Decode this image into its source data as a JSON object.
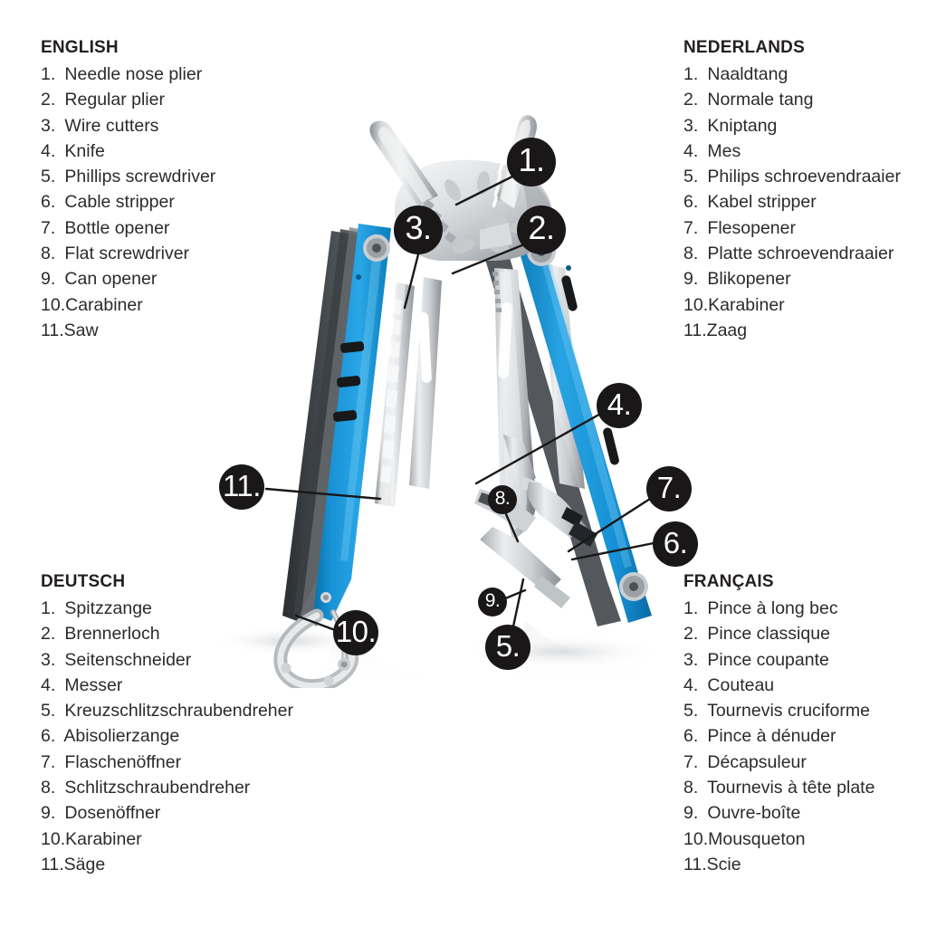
{
  "page": {
    "background": "#ffffff",
    "text_color": "#2d2a2b",
    "marker_color": "#1a1718",
    "product_accent": "#1591d8"
  },
  "languages": {
    "english": {
      "heading": "ENGLISH",
      "items": [
        {
          "num": "1.",
          "label": "Needle nose plier"
        },
        {
          "num": "2.",
          "label": "Regular plier"
        },
        {
          "num": "3.",
          "label": "Wire cutters"
        },
        {
          "num": "4.",
          "label": "Knife"
        },
        {
          "num": "5.",
          "label": "Phillips screwdriver"
        },
        {
          "num": "6.",
          "label": "Cable stripper"
        },
        {
          "num": "7.",
          "label": "Bottle opener"
        },
        {
          "num": "8.",
          "label": "Flat screwdriver"
        },
        {
          "num": "9.",
          "label": "Can opener"
        },
        {
          "num": "10.",
          "label": "Carabiner"
        },
        {
          "num": "11.",
          "label": "Saw"
        }
      ]
    },
    "nederlands": {
      "heading": "NEDERLANDS",
      "items": [
        {
          "num": "1.",
          "label": "Naaldtang"
        },
        {
          "num": "2.",
          "label": "Normale tang"
        },
        {
          "num": "3.",
          "label": "Kniptang"
        },
        {
          "num": "4.",
          "label": "Mes"
        },
        {
          "num": "5.",
          "label": "Philips schroevendraaier"
        },
        {
          "num": "6.",
          "label": "Kabel stripper"
        },
        {
          "num": "7.",
          "label": "Flesopener"
        },
        {
          "num": "8.",
          "label": "Platte schroevendraaier"
        },
        {
          "num": "9.",
          "label": "Blikopener"
        },
        {
          "num": "10.",
          "label": "Karabiner"
        },
        {
          "num": "11.",
          "label": "Zaag"
        }
      ]
    },
    "deutsch": {
      "heading": "DEUTSCH",
      "items": [
        {
          "num": "1.",
          "label": "Spitzzange"
        },
        {
          "num": "2.",
          "label": "Brennerloch"
        },
        {
          "num": "3.",
          "label": "Seitenschneider"
        },
        {
          "num": "4.",
          "label": "Messer"
        },
        {
          "num": "5.",
          "label": "Kreuzschlitzschraubendreher"
        },
        {
          "num": "6.",
          "label": "Abisolierzange"
        },
        {
          "num": "7.",
          "label": "Flaschenöffner"
        },
        {
          "num": "8.",
          "label": "Schlitzschraubendreher"
        },
        {
          "num": "9.",
          "label": "Dosenöffner"
        },
        {
          "num": "10.",
          "label": "Karabiner"
        },
        {
          "num": "11.",
          "label": "Säge"
        }
      ]
    },
    "francais": {
      "heading": "FRANÇAIS",
      "items": [
        {
          "num": "1.",
          "label": "Pince à long bec"
        },
        {
          "num": "2.",
          "label": "Pince classique"
        },
        {
          "num": "3.",
          "label": "Pince coupante"
        },
        {
          "num": "4.",
          "label": "Couteau"
        },
        {
          "num": "5.",
          "label": "Tournevis cruciforme"
        },
        {
          "num": "6.",
          "label": "Pince à dénuder"
        },
        {
          "num": "7.",
          "label": "Décapsuleur"
        },
        {
          "num": "8.",
          "label": "Tournevis à tête plate"
        },
        {
          "num": "9.",
          "label": "Ouvre-boîte"
        },
        {
          "num": "10.",
          "label": "Mousqueton"
        },
        {
          "num": "11.",
          "label": "Scie"
        }
      ]
    }
  },
  "callouts": [
    {
      "id": "1",
      "label": "1.",
      "size": "large"
    },
    {
      "id": "2",
      "label": "2.",
      "size": "large"
    },
    {
      "id": "3",
      "label": "3.",
      "size": "large"
    },
    {
      "id": "4",
      "label": "4.",
      "size": "medium"
    },
    {
      "id": "5",
      "label": "5.",
      "size": "medium"
    },
    {
      "id": "6",
      "label": "6.",
      "size": "medium"
    },
    {
      "id": "7",
      "label": "7.",
      "size": "medium"
    },
    {
      "id": "8",
      "label": "8.",
      "size": "small"
    },
    {
      "id": "9",
      "label": "9.",
      "size": "small"
    },
    {
      "id": "10",
      "label": "10.",
      "size": "medium"
    },
    {
      "id": "11",
      "label": "11.",
      "size": "medium"
    }
  ],
  "product": {
    "name": "multitool-photo",
    "description": "Blue anodized aluminium multitool with stainless plier head, opened into an A shape"
  }
}
